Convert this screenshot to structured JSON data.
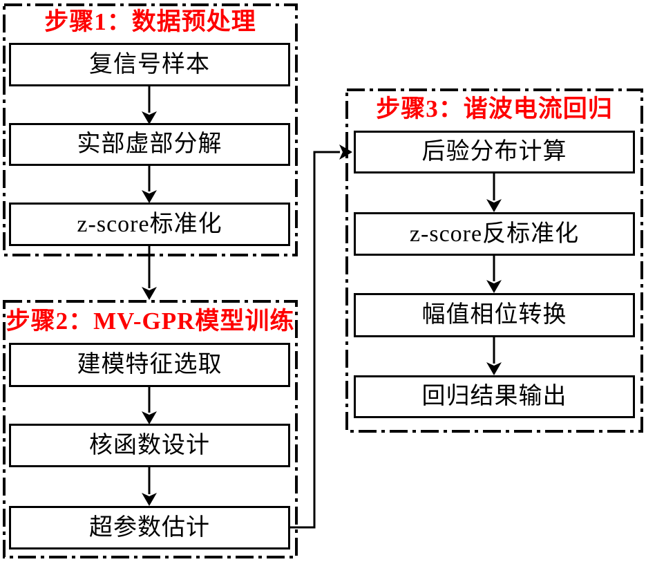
{
  "figure": {
    "type": "flowchart",
    "language": "zh-CN"
  },
  "colors": {
    "accent_red": "#fe0000",
    "stroke_black": "#000000",
    "background": "#ffffff"
  },
  "steps": [
    {
      "title": "步骤1：数据预处理",
      "boxes": [
        "复信号样本",
        "实部虚部分解",
        "z-score标准化"
      ]
    },
    {
      "title": "步骤2：MV-GPR模型训练",
      "boxes": [
        "建模特征选取",
        "核函数设计",
        "超参数估计"
      ]
    },
    {
      "title": "步骤3：谐波电流回归",
      "boxes": [
        "后验分布计算",
        "z-score反标准化",
        "幅值相位转换",
        "回归结果输出"
      ]
    }
  ]
}
